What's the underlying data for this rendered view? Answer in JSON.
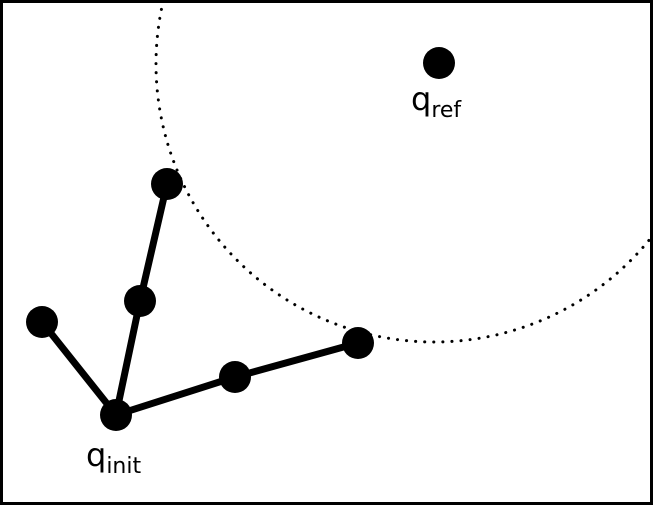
{
  "diagram": {
    "colors": {
      "background": "#ffffff",
      "stroke": "#000000",
      "node_fill": "#000000"
    },
    "labels": {
      "init_main": "q",
      "init_sub": "init",
      "ref_main": "q",
      "ref_sub": "ref"
    }
  }
}
